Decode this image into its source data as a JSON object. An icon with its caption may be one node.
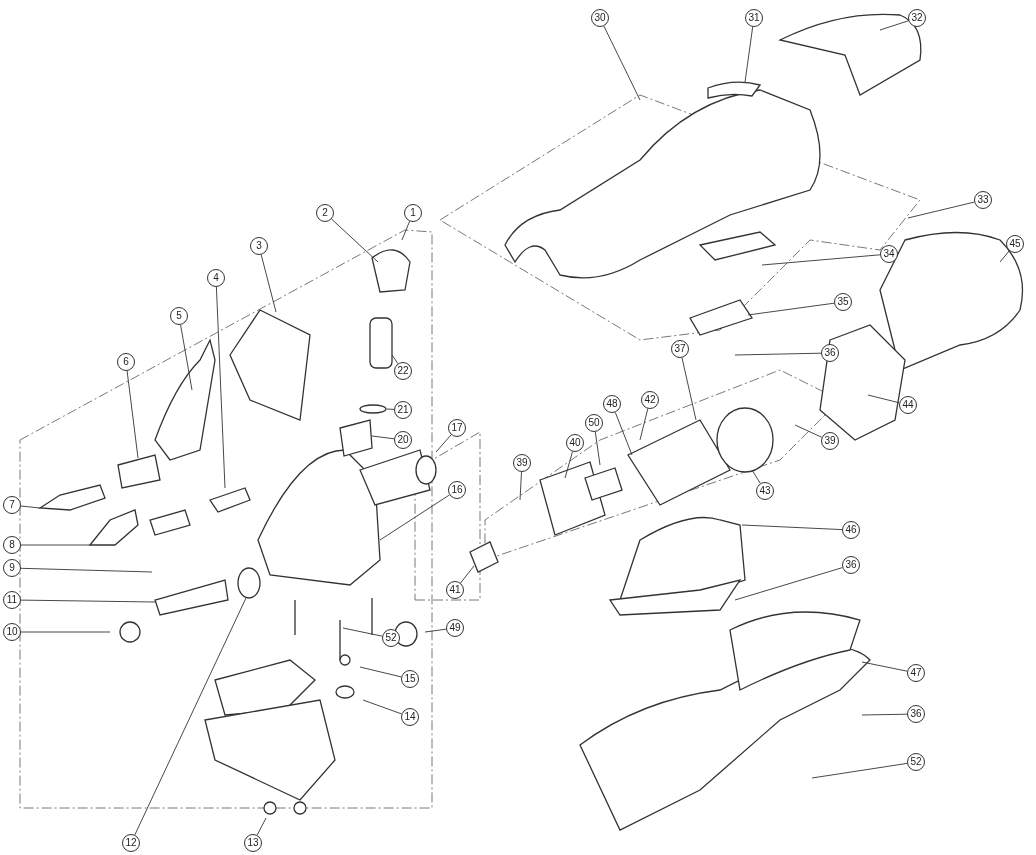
{
  "diagram": {
    "nodes": [
      {
        "text": [
          "30"
        ]
      },
      {
        "text": [
          "31"
        ]
      },
      {
        "text": [
          "32"
        ]
      },
      {
        "text": [
          "33"
        ]
      },
      {
        "text": [
          "1"
        ]
      },
      {
        "text": [
          "2"
        ]
      },
      {
        "text": [
          "45"
        ]
      },
      {
        "text": [
          "3"
        ]
      },
      {
        "text": [
          "34"
        ]
      },
      {
        "text": [
          "4"
        ]
      },
      {
        "text": [
          "35"
        ]
      },
      {
        "text": [
          "5"
        ]
      },
      {
        "text": [
          "37"
        ]
      },
      {
        "text": [
          "36"
        ]
      },
      {
        "text": [
          "6"
        ]
      },
      {
        "text": [
          "22"
        ]
      },
      {
        "text": [
          "42"
        ]
      },
      {
        "text": [
          "44"
        ]
      },
      {
        "text": [
          "21"
        ]
      },
      {
        "text": [
          "48"
        ]
      },
      {
        "text": [
          "50"
        ]
      },
      {
        "text": [
          "17"
        ]
      },
      {
        "text": [
          "20"
        ]
      },
      {
        "text": [
          "39"
        ]
      },
      {
        "text": [
          "40"
        ]
      },
      {
        "text": [
          "39"
        ]
      },
      {
        "text": [
          "16"
        ]
      },
      {
        "text": [
          "43"
        ]
      },
      {
        "text": [
          "7"
        ]
      },
      {
        "text": [
          "46"
        ]
      },
      {
        "text": [
          "8"
        ]
      },
      {
        "text": [
          "36"
        ]
      },
      {
        "text": [
          "9"
        ]
      },
      {
        "text": [
          "41"
        ]
      },
      {
        "text": [
          "11"
        ]
      },
      {
        "text": [
          "49"
        ]
      },
      {
        "text": [
          "10"
        ]
      },
      {
        "text": [
          "52"
        ]
      },
      {
        "text": [
          "47"
        ]
      },
      {
        "text": [
          "15"
        ]
      },
      {
        "text": [
          "36"
        ]
      },
      {
        "text": [
          "14"
        ]
      },
      {
        "text": [
          "52"
        ]
      },
      {
        "text": [
          "12"
        ]
      },
      {
        "text": [
          "13"
        ]
      }
    ],
    "edges": [
      {
        "from": 0,
        "to": null,
        "arrow": "none"
      },
      {
        "from": 1,
        "to": null,
        "arrow": "none"
      },
      {
        "from": 2,
        "to": null,
        "arrow": "none"
      },
      {
        "from": 3,
        "to": null,
        "arrow": "none"
      },
      {
        "from": 4,
        "to": null,
        "arrow": "none"
      },
      {
        "from": 5,
        "to": null,
        "arrow": "none"
      },
      {
        "from": 6,
        "to": null,
        "arrow": "none"
      },
      {
        "from": 7,
        "to": null,
        "arrow": "none"
      },
      {
        "from": 8,
        "to": null,
        "arrow": "none"
      },
      {
        "from": 9,
        "to": null,
        "arrow": "none"
      },
      {
        "from": 10,
        "to": null,
        "arrow": "none"
      },
      {
        "from": 11,
        "to": null,
        "arrow": "none"
      },
      {
        "from": 12,
        "to": null,
        "arrow": "none"
      },
      {
        "from": 13,
        "to": null,
        "arrow": "none"
      },
      {
        "from": 14,
        "to": null,
        "arrow": "none"
      },
      {
        "from": 15,
        "to": null,
        "arrow": "none"
      },
      {
        "from": 16,
        "to": null,
        "arrow": "none"
      },
      {
        "from": 17,
        "to": null,
        "arrow": "none"
      },
      {
        "from": 18,
        "to": null,
        "arrow": "none"
      },
      {
        "from": 19,
        "to": null,
        "arrow": "none"
      },
      {
        "from": 20,
        "to": null,
        "arrow": "none"
      },
      {
        "from": 21,
        "to": null,
        "arrow": "none"
      },
      {
        "from": 22,
        "to": null,
        "arrow": "none"
      },
      {
        "from": 23,
        "to": null,
        "arrow": "none"
      },
      {
        "from": 24,
        "to": null,
        "arrow": "none"
      },
      {
        "from": 25,
        "to": null,
        "arrow": "none"
      },
      {
        "from": 26,
        "to": null,
        "arrow": "none"
      },
      {
        "from": 27,
        "to": null,
        "arrow": "none"
      },
      {
        "from": 28,
        "to": null,
        "arrow": "none"
      },
      {
        "from": 29,
        "to": null,
        "arrow": "none"
      },
      {
        "from": 30,
        "to": null,
        "arrow": "none"
      },
      {
        "from": 31,
        "to": null,
        "arrow": "none"
      },
      {
        "from": 32,
        "to": null,
        "arrow": "none"
      },
      {
        "from": 33,
        "to": null,
        "arrow": "none"
      },
      {
        "from": 34,
        "to": null,
        "arrow": "none"
      },
      {
        "from": 35,
        "to": null,
        "arrow": "none"
      },
      {
        "from": 36,
        "to": null,
        "arrow": "none"
      },
      {
        "from": 37,
        "to": null,
        "arrow": "none"
      },
      {
        "from": 38,
        "to": null,
        "arrow": "none"
      },
      {
        "from": 39,
        "to": null,
        "arrow": "none"
      },
      {
        "from": 40,
        "to": null,
        "arrow": "none"
      },
      {
        "from": 41,
        "to": null,
        "arrow": "none"
      },
      {
        "from": 42,
        "to": null,
        "arrow": "none"
      },
      {
        "from": 43,
        "to": null,
        "arrow": "none"
      },
      {
        "from": 44,
        "to": null,
        "arrow": "none"
      }
    ]
  }
}
